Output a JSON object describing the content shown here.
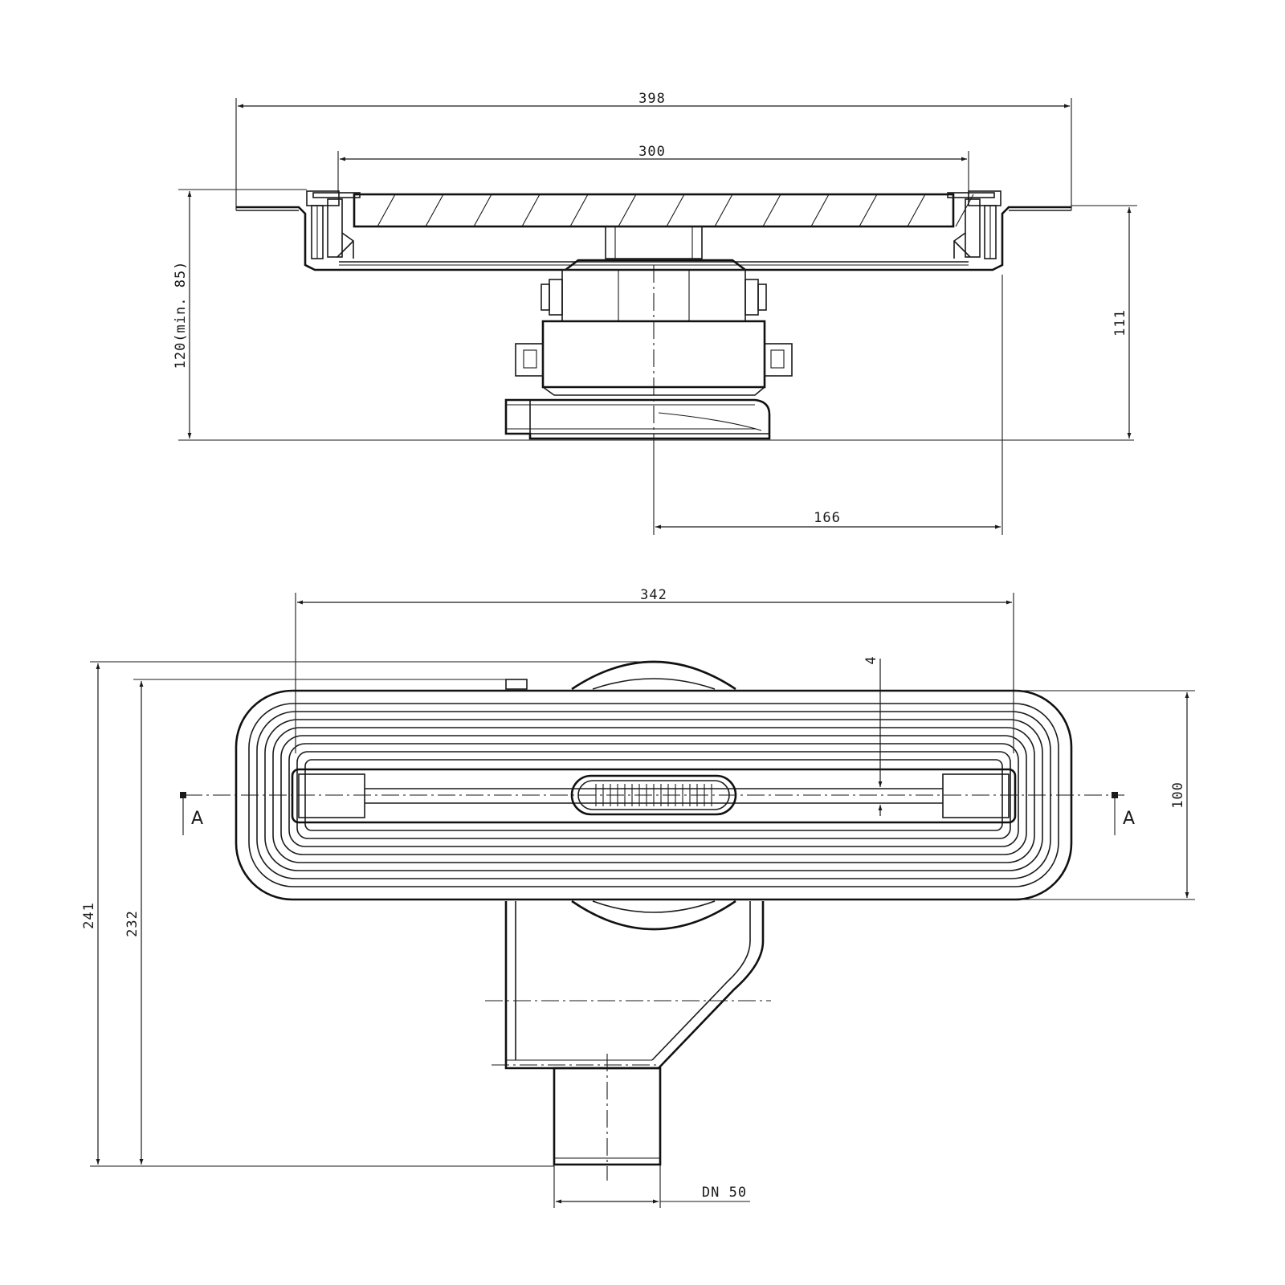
{
  "section_view": {
    "dimensions": {
      "overall_width": "398",
      "grate_width": "300",
      "height_total": "120(min. 85)",
      "height_outlet": "111",
      "outlet_offset": "166"
    }
  },
  "plan_view": {
    "dimensions": {
      "length": "342",
      "slot_width": "4",
      "body_width": "100",
      "overall_depth": "241",
      "depth_to_outlet": "232",
      "outlet_size": "DN 50"
    },
    "section_markers": [
      "A",
      "A"
    ]
  }
}
